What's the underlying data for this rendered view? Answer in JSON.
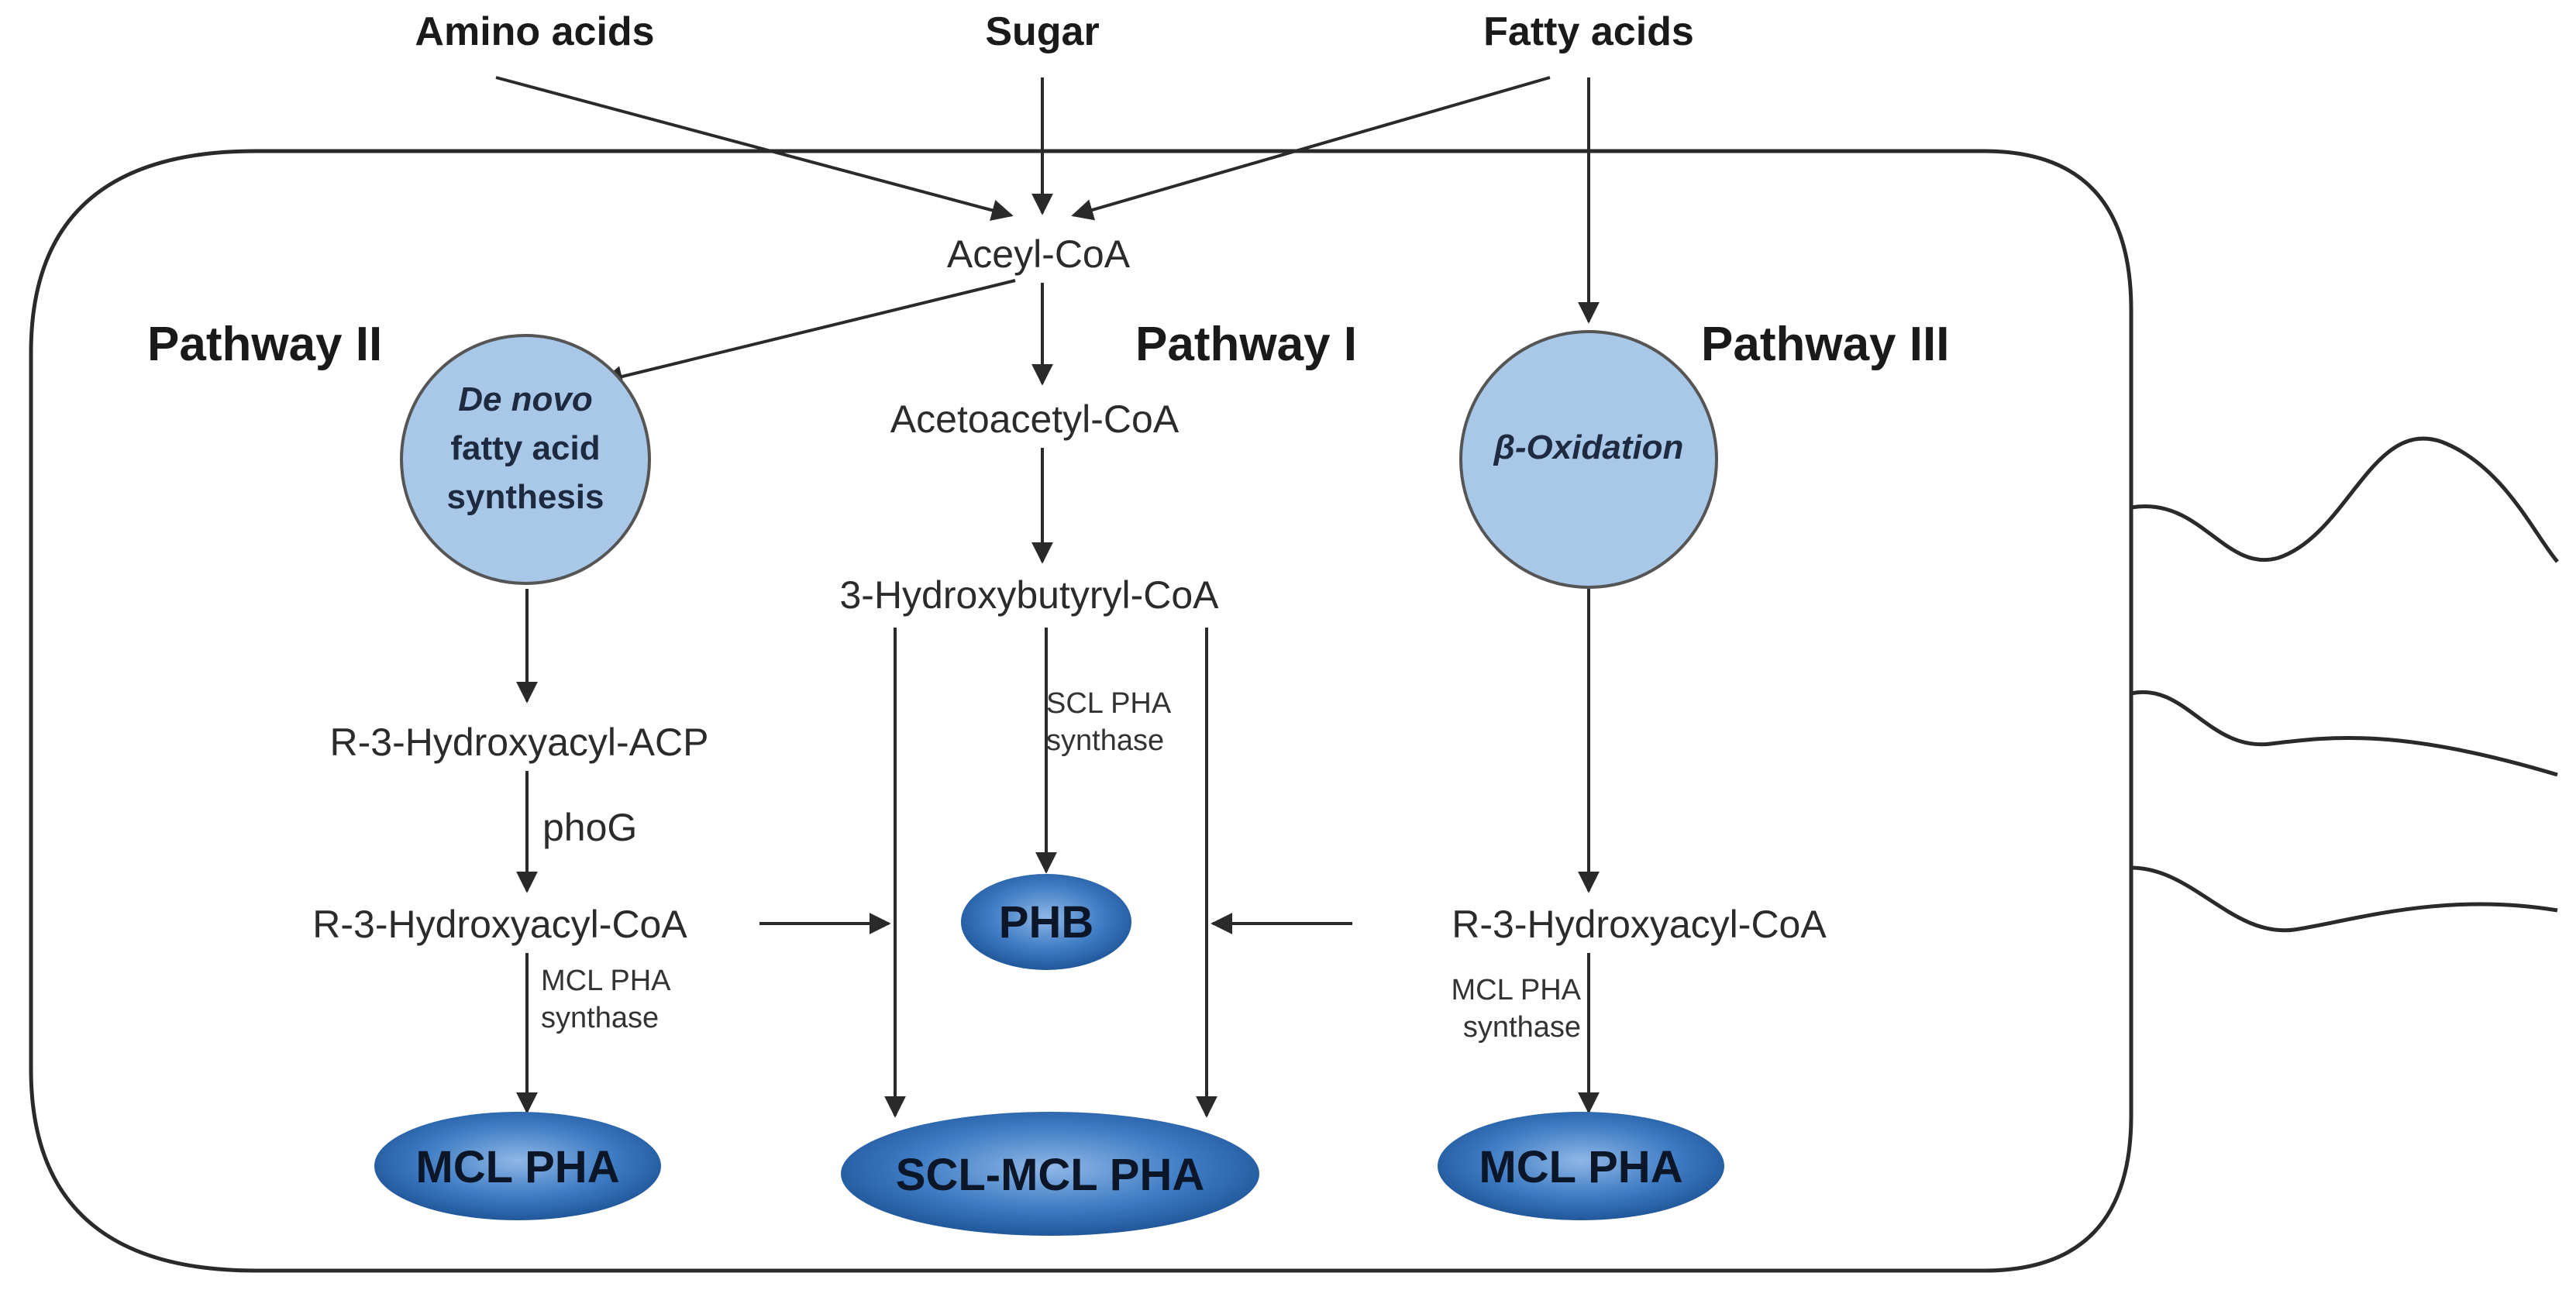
{
  "sources": {
    "amino_acids": "Amino acids",
    "sugar": "Sugar",
    "fatty_acids": "Fatty acids"
  },
  "pathways": {
    "pathway_1": "Pathway I",
    "pathway_2": "Pathway II",
    "pathway_3": "Pathway III"
  },
  "metabolites": {
    "acetyl_coa": "Aceyl-CoA",
    "acetoacetyl_coa": "Acetoacetyl-CoA",
    "hydroxybutyryl_coa": "3-Hydroxybutyryl-CoA",
    "hydroxyacyl_acp": "R-3-Hydroxyacyl-ACP",
    "hydroxyacyl_coa_left": "R-3-Hydroxyacyl-CoA",
    "hydroxyacyl_coa_right": "R-3-Hydroxyacyl-CoA"
  },
  "processes": {
    "de_novo_line1": "De novo",
    "de_novo_line2": "fatty acid",
    "de_novo_line3": "synthesis",
    "beta_oxidation": "β-Oxidation"
  },
  "enzymes": {
    "phog": "phoG",
    "scl_line1": "SCL PHA",
    "scl_line2": "synthase",
    "mcl_left_line1": "MCL PHA",
    "mcl_left_line2": "synthase",
    "mcl_right_line1": "MCL PHA",
    "mcl_right_line2": "synthase"
  },
  "products": {
    "phb": "PHB",
    "mcl_pha_left": "MCL PHA",
    "scl_mcl_pha": "SCL-MCL PHA",
    "mcl_pha_right": "MCL PHA"
  },
  "colors": {
    "process_circle_fill": "#a9c8e8",
    "product_fill_light": "#6f9fd6",
    "product_fill_dark": "#1f5ea8",
    "line": "#2a2a2a"
  }
}
